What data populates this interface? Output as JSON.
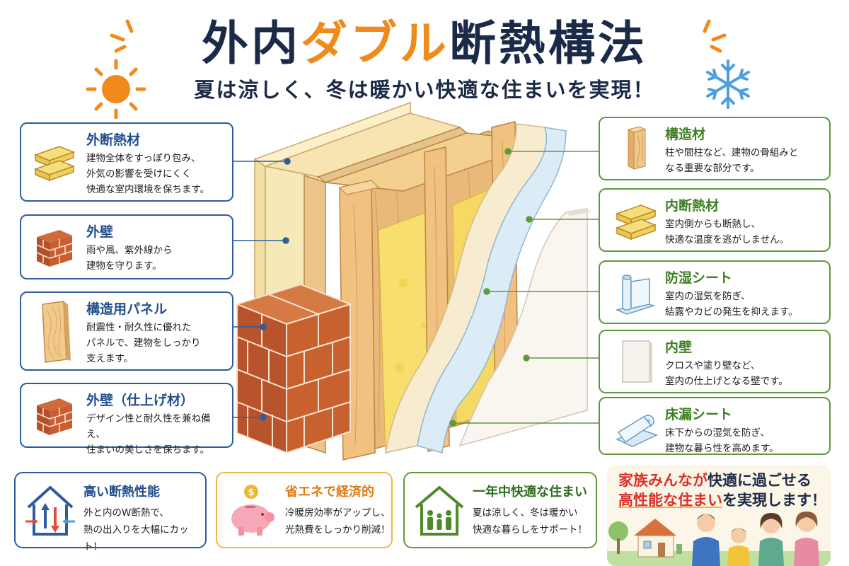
{
  "title": {
    "main_a": "外内",
    "accent": "ダブル",
    "main_b": "断熱構法"
  },
  "subtitle": "夏は涼しく、冬は暖かい快適な住まいを実現！",
  "left_items": [
    {
      "title": "外断熱材",
      "desc": "建物全体をすっぽり包み、\n外気の影響を受けにくく\n快適な室内環境を保ちます。",
      "icon": "insulation-boards-icon"
    },
    {
      "title": "外壁",
      "desc": "雨や風、紫外線から\n建物を守ります。",
      "icon": "brick-icon"
    },
    {
      "title": "構造用パネル",
      "desc": "耐震性・耐久性に優れた\nパネルで、建物をしっかり\n支えます。",
      "icon": "wood-panel-icon"
    },
    {
      "title": "外壁（仕上げ材）",
      "desc": "デザイン性と耐久性を兼ね備え、\n住まいの美しさを保ちます。",
      "icon": "brick-icon"
    }
  ],
  "right_items": [
    {
      "title": "構造材",
      "desc": "柱や間柱など、建物の骨組みと\nなる重要な部分です。",
      "icon": "timber-post-icon"
    },
    {
      "title": "内断熱材",
      "desc": "室内側からも断熱し、\n快適な温度を逃がしません。",
      "icon": "insulation-boards-icon"
    },
    {
      "title": "防湿シート",
      "desc": "室内の湿気を防ぎ、\n結露やカビの発生を抑えます。",
      "icon": "sheet-roll-icon"
    },
    {
      "title": "内壁",
      "desc": "クロスや塗り壁など、\n室内の仕上げとなる壁です。",
      "icon": "wall-panel-icon"
    },
    {
      "title": "床漏シート",
      "desc": "床下からの湿気を防ぎ、\n建物な暮ら性を高めます。",
      "icon": "sheet-roll-icon"
    }
  ],
  "benefits": [
    {
      "title": "高い断熱性能",
      "desc": "外と内のW断熱で、\n熱の出入りを大幅にカット！",
      "color": "#234f8f",
      "icon": "house-arrows-icon"
    },
    {
      "title": "省エネで経済的",
      "desc": "冷暖房効率がアップし、\n光熱費をしっかり削減！",
      "color": "#e07a12",
      "icon": "piggy-bank-icon"
    },
    {
      "title": "一年中快適な住まい",
      "desc": "夏は涼しく、冬は暖かい\n快適な暮らしをサポート！",
      "color": "#2f6e1f",
      "icon": "family-house-icon"
    }
  ],
  "closing": {
    "line1_a": "家族みんなが",
    "line1_b": "快適に過ごせる",
    "line2_a": "高性能な住まい",
    "line2_b": "を実現します！"
  },
  "colors": {
    "accent": "#f08a1c",
    "navy": "#1b2a47",
    "blue": "#2d5d9f",
    "green": "#5d9a3a",
    "red": "#d8322a"
  }
}
